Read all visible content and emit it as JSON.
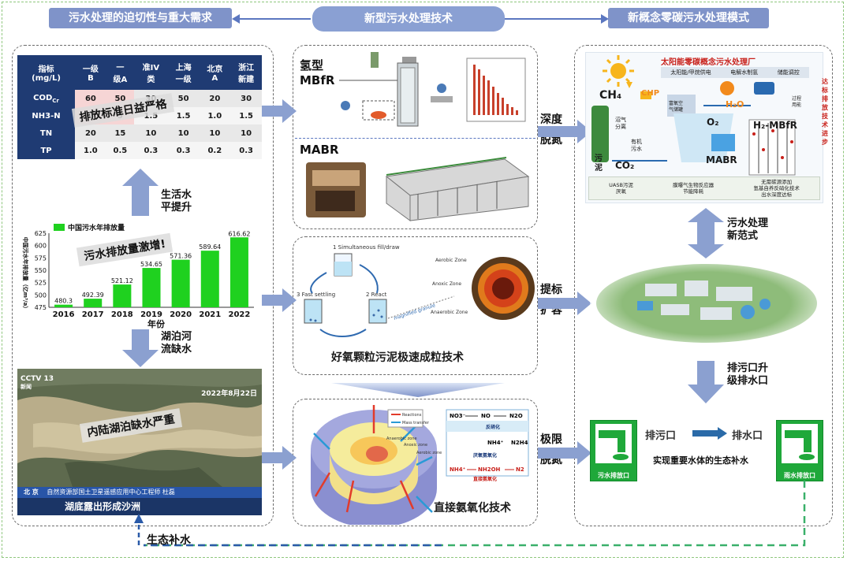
{
  "headers": {
    "left": "污水处理的迫切性与重大需求",
    "mid": "新型污水处理技术",
    "right": "新概念零碳污水处理模式"
  },
  "standards_table": {
    "header": [
      "指标\n(mg/L)",
      "一级\nB",
      "一\n级A",
      "准IV\n类",
      "上海\n一级",
      "北京\nA",
      "浙江\n新建"
    ],
    "rows": [
      [
        "COD",
        "60",
        "50",
        "30",
        "50",
        "20",
        "30"
      ],
      [
        "NH3-N",
        "8",
        "5",
        "1.5",
        "1.5",
        "1.0",
        "1.5"
      ],
      [
        "TN",
        "20",
        "15",
        "10",
        "10",
        "10",
        "10"
      ],
      [
        "TP",
        "1.0",
        "0.5",
        "0.3",
        "0.3",
        "0.2",
        "0.3"
      ]
    ],
    "cod_sub": "Cr",
    "overlay": "排放标准日益严格"
  },
  "arrow_labels": {
    "life_water": "生活水\n平提升",
    "lake": "湖泊河\n流缺水",
    "deep_n": "深度\n脱氮",
    "upgrade": "提标\n扩容",
    "limit_n": "极限\n脱氮",
    "new_paradigm": "污水处理\n新范式",
    "outfall": "排污口升\n级排水口",
    "eco": "生态补水"
  },
  "chart_data": {
    "type": "bar",
    "title": "",
    "legend": "中国污水年排放量",
    "categories": [
      "2016",
      "2017",
      "2018",
      "2019",
      "2020",
      "2021",
      "2022"
    ],
    "values": [
      480.3,
      492.39,
      521.12,
      554.65,
      571.36,
      589.64,
      616.62
    ],
    "value_labels": [
      "480.3",
      "492.39",
      "521.12",
      "534.65",
      "571.36",
      "589.64",
      "616.62"
    ],
    "ylabel": "中国污水年排放量（亿m³/a）",
    "xlabel": "年份",
    "ylim": [
      475,
      625
    ],
    "yticks": [
      475,
      500,
      525,
      550,
      575,
      600,
      625
    ],
    "color": "#1fd11f",
    "overlay": "污水排放量激增!"
  },
  "lake_photo": {
    "logo": "CCTV 13",
    "logo_sub": "新闻",
    "date": "2022年8月22日",
    "overlay": "内陆湖泊缺水严重",
    "ticker_place": "北 京",
    "ticker_text": "自然资源部国土卫星遥感应用中心工程师  杜磊",
    "caption": "湖底露出形成沙洲"
  },
  "tech": {
    "mbfr_title1": "氢型",
    "mbfr_title2": "MBfR",
    "mabr_title": "MABR",
    "granule_title": "好氧颗粒污泥极速成粒技术",
    "granule_steps": [
      "1 Simultaneous fill/draw",
      "2 React",
      "3 Fast settling"
    ],
    "granule_labels": [
      "Aerobic Zone",
      "Anoxic Zone",
      "Anaerobic Zone",
      "magnified granule"
    ],
    "anammox_title": "直接氨氧化技术",
    "anammox_legend": [
      "Reactions",
      "Mass transfer"
    ],
    "anammox_zones": [
      "Anaerobic zone",
      "Anoxic zone",
      "Aerobic zone"
    ],
    "anammox_scheme": {
      "no3": "NO3⁻",
      "no": "NO",
      "n2o": "N2O",
      "nh4": "NH4⁺",
      "nh2oh": "NH2OH",
      "n2": "N2",
      "n2h4": "N2H4",
      "denit": "反硝化",
      "anammox": "厌氧氨氧化",
      "direct": "直接氨氧化"
    }
  },
  "zero_carbon": {
    "title": "太阳能零碳概念污水处理厂",
    "top_row": [
      "太阳能/甲烷供电",
      "电解水制氢",
      "储能调控"
    ],
    "ch4": "CH₄",
    "chp": "CHP",
    "h2o": "H₂O",
    "o2": "O₂",
    "co2": "CO₂",
    "biogas": "沼气\n分离",
    "organic": "有机\n污水",
    "sludge": "污泥",
    "rich": "富氧空\n气储罐",
    "mabr": "MABR",
    "h2mbfr": "H₂-MBfR",
    "water_out": "过程\n用能",
    "bottom": [
      "UASB污泥\n厌氧",
      "膜曝气生物反应器\n节能降耗",
      "无需碳源添加\n氢基自养反硝化技术\n出水深度达标"
    ],
    "side_note": "达标排放  技术进步"
  },
  "outfall": {
    "left_label": "污水排放口",
    "right_label": "雨水排放口",
    "text_left": "排污口",
    "text_right": "排水口",
    "caption": "实现重要水体的生态补水"
  }
}
